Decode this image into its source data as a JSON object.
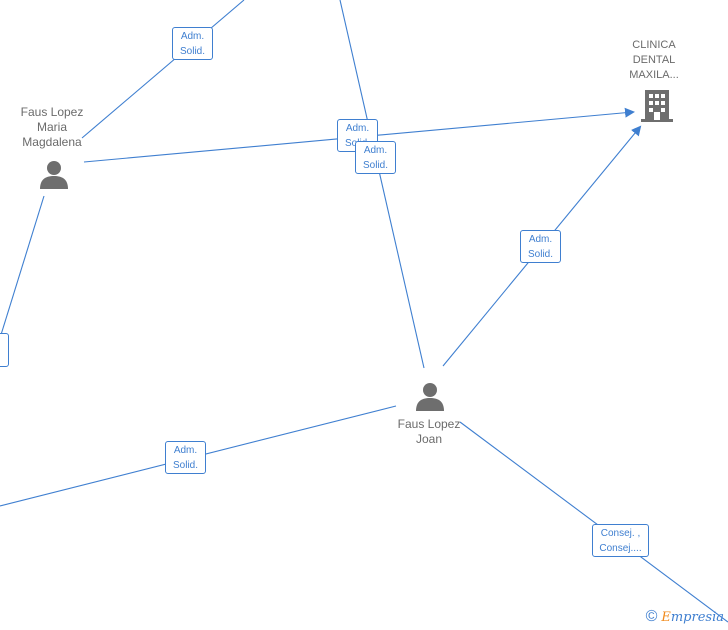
{
  "colors": {
    "edge": "#3f7fd0",
    "icon": "#6e6e6e",
    "label": "#6b6b6b",
    "brand_accent": "#f08a1c"
  },
  "nodes": {
    "maria": {
      "name": "Faus Lopez\nMaria\nMagdalena",
      "icon": "person-icon"
    },
    "joan": {
      "name": "Faus Lopez\nJoan",
      "icon": "person-icon"
    },
    "company": {
      "name": "CLINICA\nDENTAL\nMAXILA...",
      "icon": "building-icon"
    }
  },
  "roles": {
    "top_left": [
      "Adm.",
      "Solid."
    ],
    "center_a": [
      "Adm.",
      "Solid."
    ],
    "center_b": [
      "Adm.",
      "Solid."
    ],
    "right": [
      "Adm.",
      "Solid."
    ],
    "bottom_left": [
      "Adm.",
      "Solid."
    ],
    "bottom_right": [
      "Consej. ,",
      "Consej...."
    ]
  },
  "footer": {
    "copyright_symbol": "©",
    "brand_first": "E",
    "brand_rest": "mpresia"
  }
}
